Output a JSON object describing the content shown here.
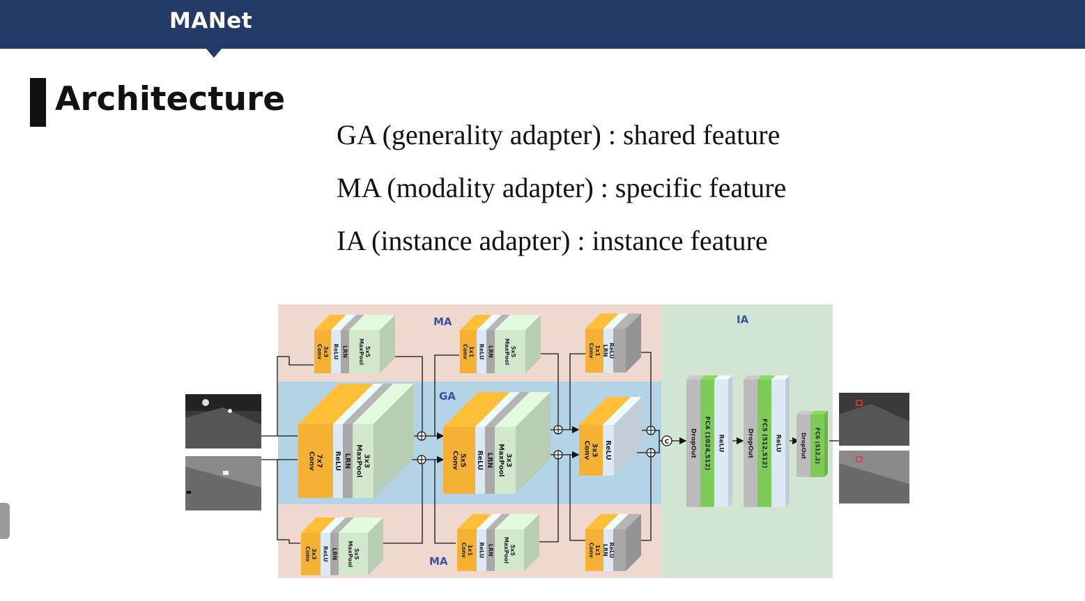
{
  "header": {
    "title": "MANet"
  },
  "slide": {
    "heading": "Architecture"
  },
  "bullets": [
    "GA (generality adapter) : shared feature",
    "MA (modality adapter) : specific feature",
    "IA (instance adapter) : instance feature"
  ],
  "diagram": {
    "regions": {
      "ma_top": "MA",
      "ga": "GA",
      "ma_bottom": "MA",
      "ia": "IA"
    },
    "ga_blocks": [
      [
        "7x7",
        "Conv",
        "ReLU",
        "LRN",
        "3x3",
        "MaxPool"
      ],
      [
        "5x5",
        "Conv",
        "ReLU",
        "LRN",
        "3x3",
        "MaxPool"
      ],
      [
        "3x3",
        "Conv",
        "ReLU"
      ]
    ],
    "ma_blocks": [
      [
        "3x3",
        "Conv",
        "ReLU",
        "LRN",
        "5x5",
        "MaxPool"
      ],
      [
        "1x1",
        "Conv",
        "ReLU",
        "LRN",
        "5x5",
        "MaxPool"
      ],
      [
        "1x1",
        "Conv",
        "ReLU",
        "LRN"
      ]
    ],
    "fc_layers": [
      {
        "dropout": "DropOut",
        "fc": "FC4 (1024,512)",
        "act": "ReLU"
      },
      {
        "dropout": "DropOut",
        "fc": "FC5 (512,512)",
        "act": "ReLU"
      },
      {
        "dropout": "DropOut",
        "fc": "FC6 (512,2)"
      }
    ],
    "concat_symbol": "C",
    "colors": {
      "ma_bg": "#efd8d0",
      "ga_bg": "#b3d3e6",
      "ia_bg": "#d2e5d2",
      "conv": "#f5b134",
      "relu": "#dde9f5",
      "lrn": "#a8a8a8",
      "pool": "#d2e8cc",
      "fc": "#7ecb5a",
      "dropout": "#bcbcbc",
      "label": "#3355aa"
    }
  }
}
